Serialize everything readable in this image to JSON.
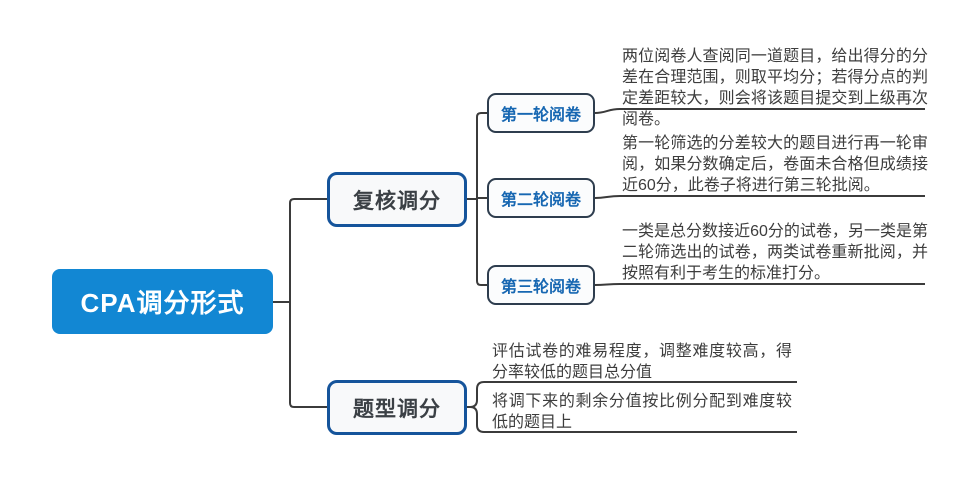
{
  "mindmap": {
    "root": "CPA调分形式",
    "branch1": {
      "label": "复核调分",
      "child1": {
        "label": "第一轮阅卷",
        "note": "两位阅卷人查阅同一道题目，给出得分的分差在合理范围，则取平均分；若得分点的判定差距较大，则会将该题目提交到上级再次阅卷。"
      },
      "child2": {
        "label": "第二轮阅卷",
        "note": "第一轮筛选的分差较大的题目进行再一轮审阅，如果分数确定后，卷面未合格但成绩接近60分，此卷子将进行第三轮批阅。"
      },
      "child3": {
        "label": "第三轮阅卷",
        "note": "一类是总分数接近60分的试卷，另一类是第二轮筛选出的试卷，两类试卷重新批阅，并按照有利于考生的标准打分。"
      }
    },
    "branch2": {
      "label": "题型调分",
      "note1": "评估试卷的难易程度，调整难度较高，得分率较低的题目总分值",
      "note2": "将调下来的剩余分值按比例分配到难度较低的题目上"
    }
  },
  "colors": {
    "root_fill": "#1287d3",
    "root_text": "#ffffff",
    "branch_border": "#15549b",
    "child_border": "#2e3d4e",
    "child_label_text": "#1767b2",
    "connector_line": "#3b3b3b",
    "body_text": "#3d3d3d"
  }
}
